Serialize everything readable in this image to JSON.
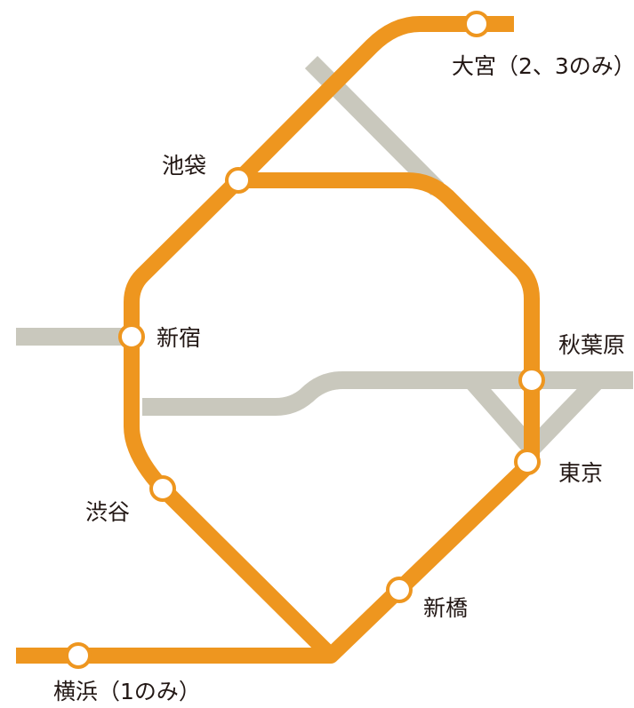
{
  "colors": {
    "main_line": "#EE961F",
    "other_line": "#C9C8BD",
    "station_fill": "#FFFFFF"
  },
  "stations": {
    "omiya": "大宮（2、3のみ）",
    "ikebukuro": "池袋",
    "shinjuku": "新宿",
    "akihabara": "秋葉原",
    "tokyo": "東京",
    "shibuya": "渋谷",
    "shimbashi": "新橋",
    "yokohama": "横浜（1のみ）"
  }
}
